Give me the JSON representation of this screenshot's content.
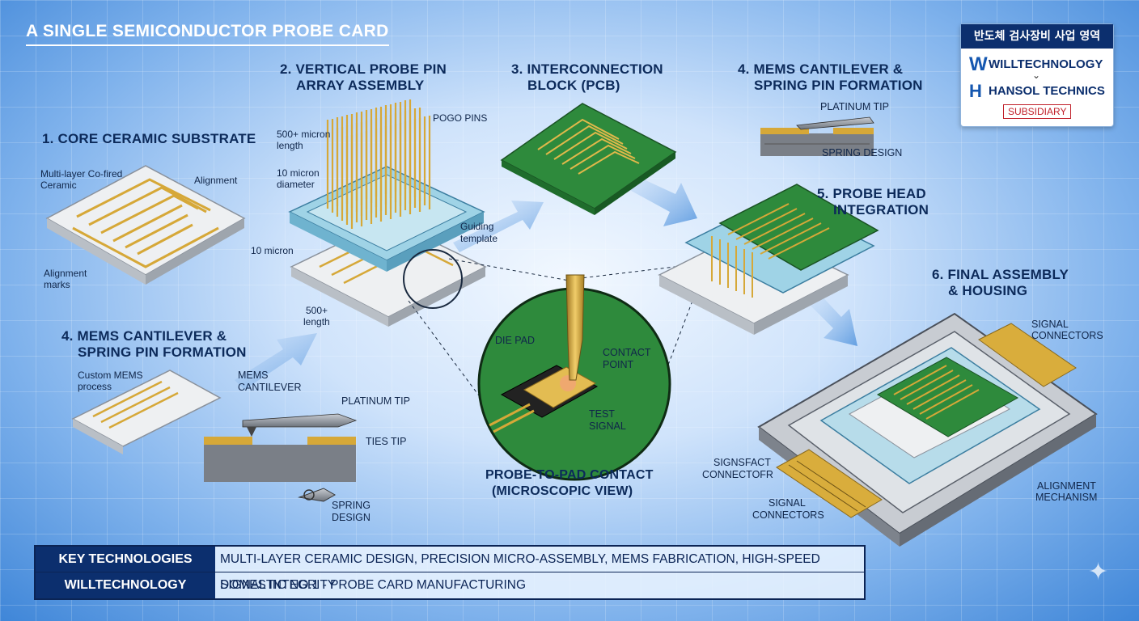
{
  "title": "A SINGLE SEMICONDUCTOR PROBE CARD",
  "logo": {
    "header": "반도체 검사장비 사업 영역",
    "company1": "WILLTECHNOLOGY",
    "arrow": "⌄",
    "company2": "HANSOL TECHNICS",
    "badge": "SUBSIDIARY"
  },
  "steps": {
    "s1": "1. CORE CERAMIC SUBSTRATE",
    "s2a": "2. VERTICAL PROBE PIN",
    "s2b": "ARRAY ASSEMBLY",
    "s3a": "3. INTERCONNECTION",
    "s3b": "BLOCK (PCB)",
    "s4a": "4. MEMS CANTILEVER &",
    "s4b": "SPRING PIN FORMATION",
    "s4c": "4. MEMS CANTILEVER &",
    "s4d": "SPRING PIN FORMATION",
    "s5a": "5. PROBE HEAD",
    "s5b": "INTEGRATION",
    "s6a": "6. FINAL ASSEMBLY",
    "s6b": "& HOUSING"
  },
  "labels": {
    "multilayer1": "Multi-layer Co-fired",
    "multilayer2": "Ceramic",
    "alignment": "Alignment",
    "alignmarks1": "Alignment",
    "alignmarks2": "marks",
    "pogo": "POGO PINS",
    "len500a": "500+ micron",
    "len500b": "length",
    "dia10a": "10 micron",
    "dia10b": "diameter",
    "guiding1": "Guiding",
    "guiding2": "template",
    "micron10": "10 micron",
    "len500c": "500+",
    "len500d": "length",
    "custom1": "Custom MEMS",
    "custom2": "process",
    "memscant1": "MEMS",
    "memscant2": "CANTILEVER",
    "platinum": "PLATINUM TIP",
    "ties": "TIES TIP",
    "spring1": "SPRING",
    "spring2": "DESIGN",
    "platinum_r": "PLATINUM TIP",
    "spring_r": "SPRING DESIGN",
    "diepad": "DIE PAD",
    "contact1": "CONTACT",
    "contact2": "POINT",
    "test1": "TEST",
    "test2": "SIGNAL",
    "micro1": "PROBE-TO-PAD CONTACT",
    "micro2": "(MICROSCOPIC VIEW)",
    "sigconn1": "SIGNAL",
    "sigconn2": "CONNECTORS",
    "sigfact1": "SIGNSFACT",
    "sigfact2": "CONNECTOFR",
    "sigconn3": "SIGNAL",
    "sigconn4": "CONNECTORS",
    "alignmech1": "ALIGNMENT",
    "alignmech2": "MECHANISM"
  },
  "footer": {
    "key1": "KEY TECHNOLOGIES",
    "val1": "MULTI-LAYER CERAMIC DESIGN, PRECISION MICRO-ASSEMBLY, MEMS FABRICATION, HIGH-SPEED SIGNAL INTEGRITY",
    "key2": "WILLTECHNOLOGY",
    "val2": "DOMESTIC NO.1 - PROBE CARD MANUFACTURING"
  },
  "colors": {
    "navy": "#0c2f6e",
    "gold": "#d9ad3c",
    "pcb_green": "#2e8a3c",
    "ceramic": "#e9ecef",
    "blueprint": "#3f86d8"
  }
}
